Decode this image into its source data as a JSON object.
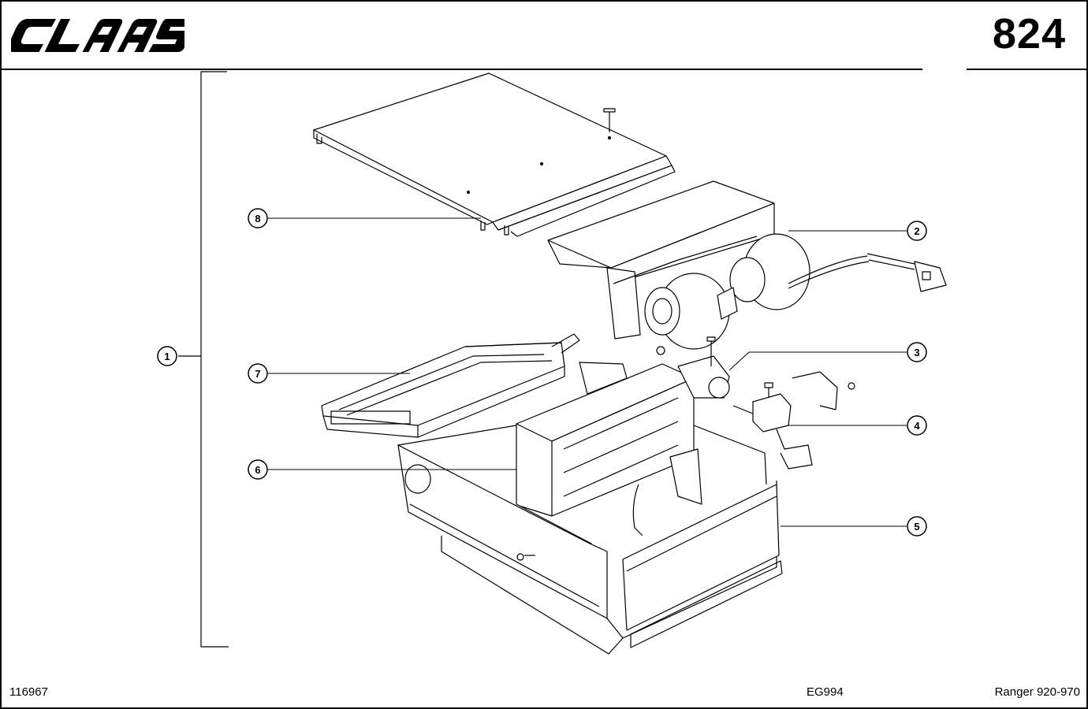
{
  "header": {
    "brand": "CLAAS",
    "page_number": "824"
  },
  "callouts": [
    {
      "id": "1",
      "label": "1"
    },
    {
      "id": "2",
      "label": "2"
    },
    {
      "id": "3",
      "label": "3"
    },
    {
      "id": "4",
      "label": "4"
    },
    {
      "id": "5",
      "label": "5"
    },
    {
      "id": "6",
      "label": "6"
    },
    {
      "id": "7",
      "label": "7"
    },
    {
      "id": "8",
      "label": "8"
    }
  ],
  "footer": {
    "part_number": "116967",
    "code": "EG994",
    "model": "Ranger 920-970"
  }
}
